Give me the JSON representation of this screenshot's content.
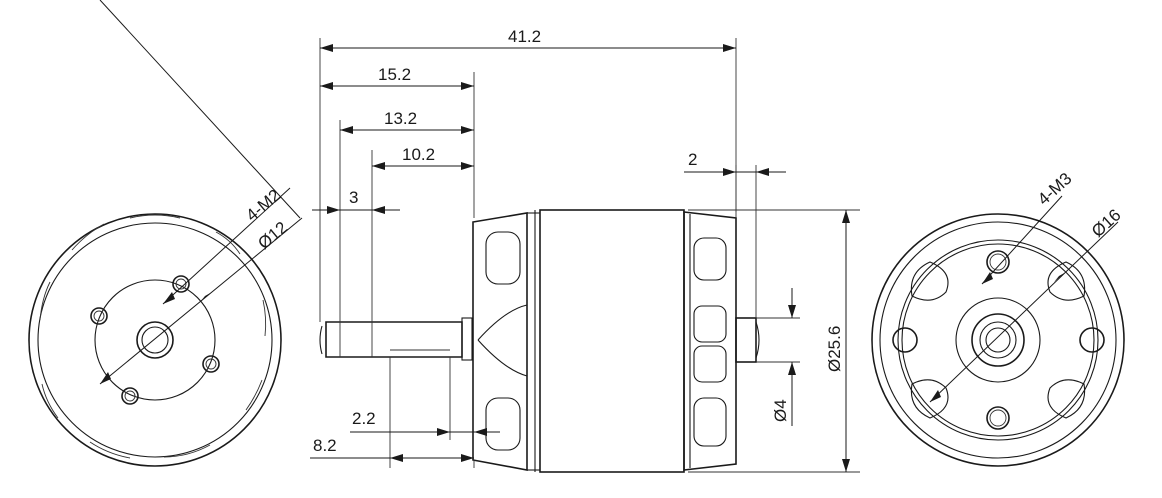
{
  "labels": {
    "overall_length": "41.2",
    "shaft_to_mount": "15.2",
    "d_13_2": "13.2",
    "d_10_2": "10.2",
    "d_3": "3",
    "d_2": "2",
    "d_2_2": "2.2",
    "d_8_2": "8.2",
    "diameter_body": "Ø25.6",
    "diameter_shaft": "Ø4",
    "front_holes": "4-M2",
    "front_pcd": "Ø12",
    "rear_holes": "4-M3",
    "rear_pcd": "Ø16"
  }
}
